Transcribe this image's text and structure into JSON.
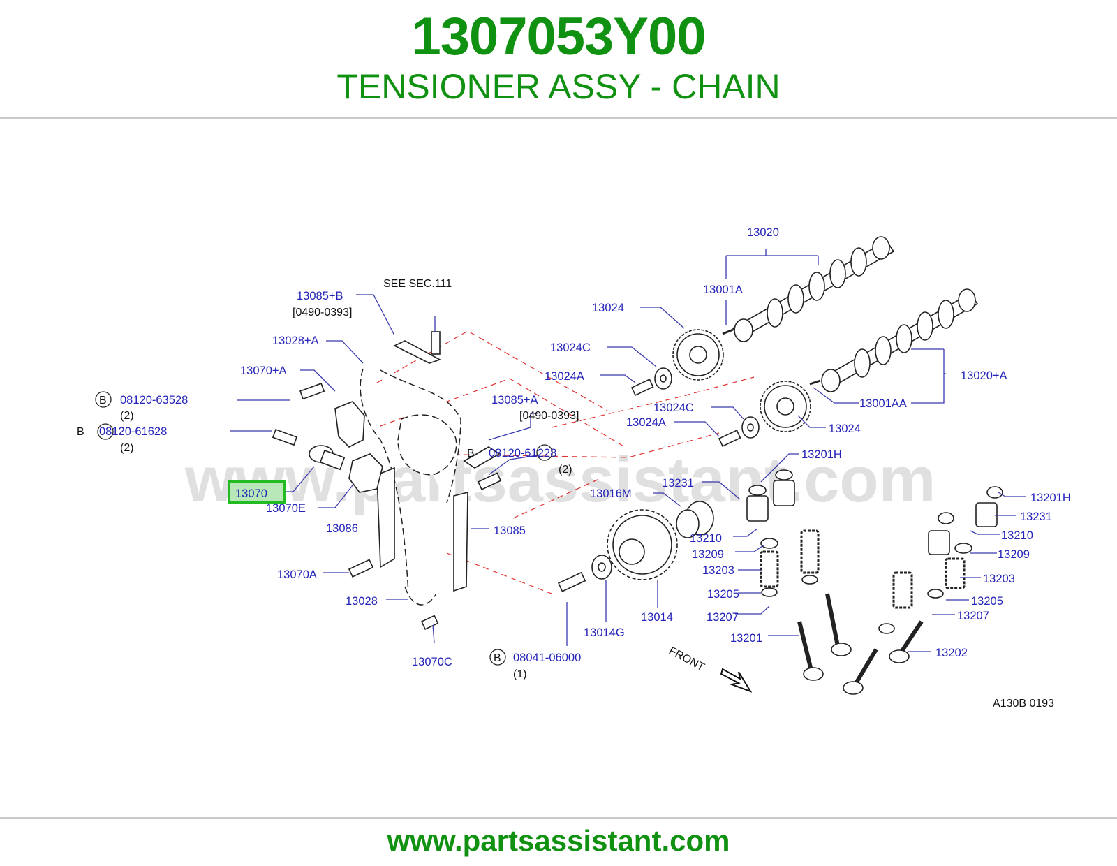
{
  "header": {
    "part_number": "1307053Y00",
    "title": "TENSIONER ASSY - CHAIN"
  },
  "footer": {
    "url": "www.partsassistant.com"
  },
  "watermark": "www.partsassistant.com",
  "diagram": {
    "highlight_color": "#22bb22",
    "text_color": "#2424b8",
    "ref_code": "A130B 0193",
    "see_ref": "SEE SEC.111",
    "front_label": "FRONT",
    "labels": {
      "13020": "13020",
      "13001A": "13001A",
      "13024_top": "13024",
      "13024C_1": "13024C",
      "13024A_1": "13024A",
      "13020A": "13020+A",
      "13001AA": "13001AA",
      "13024C_2": "13024C",
      "13024A_2": "13024A",
      "13024_mid": "13024",
      "13201H_1": "13201H",
      "13085B": "13085+B",
      "13085B_range": "[0490-0393]",
      "13028A": "13028+A",
      "13070A_plus": "13070+A",
      "bolt1": "08120-63528",
      "bolt1_qty": "(2)",
      "bolt2": "08120-61628",
      "bolt2_qty": "(2)",
      "13085A": "13085+A",
      "13085A_range": "[0490-0393]",
      "bolt3": "08120-61228",
      "bolt3_qty": "(2)",
      "13070": "13070",
      "13070E": "13070E",
      "13086": "13086",
      "13085": "13085",
      "13070A": "13070A",
      "13028": "13028",
      "13070C": "13070C",
      "13016M": "13016M",
      "13231_1": "13231",
      "13210_1": "13210",
      "13209_1": "13209",
      "13203_1": "13203",
      "13205_1": "13205",
      "13207_1": "13207",
      "13201": "13201",
      "13014": "13014",
      "13014G": "13014G",
      "bolt4": "08041-06000",
      "bolt4_qty": "(1)",
      "13201H_2": "13201H",
      "13231_2": "13231",
      "13210_2": "13210",
      "13209_2": "13209",
      "13203_2": "13203",
      "13205_2": "13205",
      "13207_2": "13207",
      "13202": "13202"
    },
    "b_marks": [
      "B",
      "B",
      "B",
      "B"
    ]
  }
}
